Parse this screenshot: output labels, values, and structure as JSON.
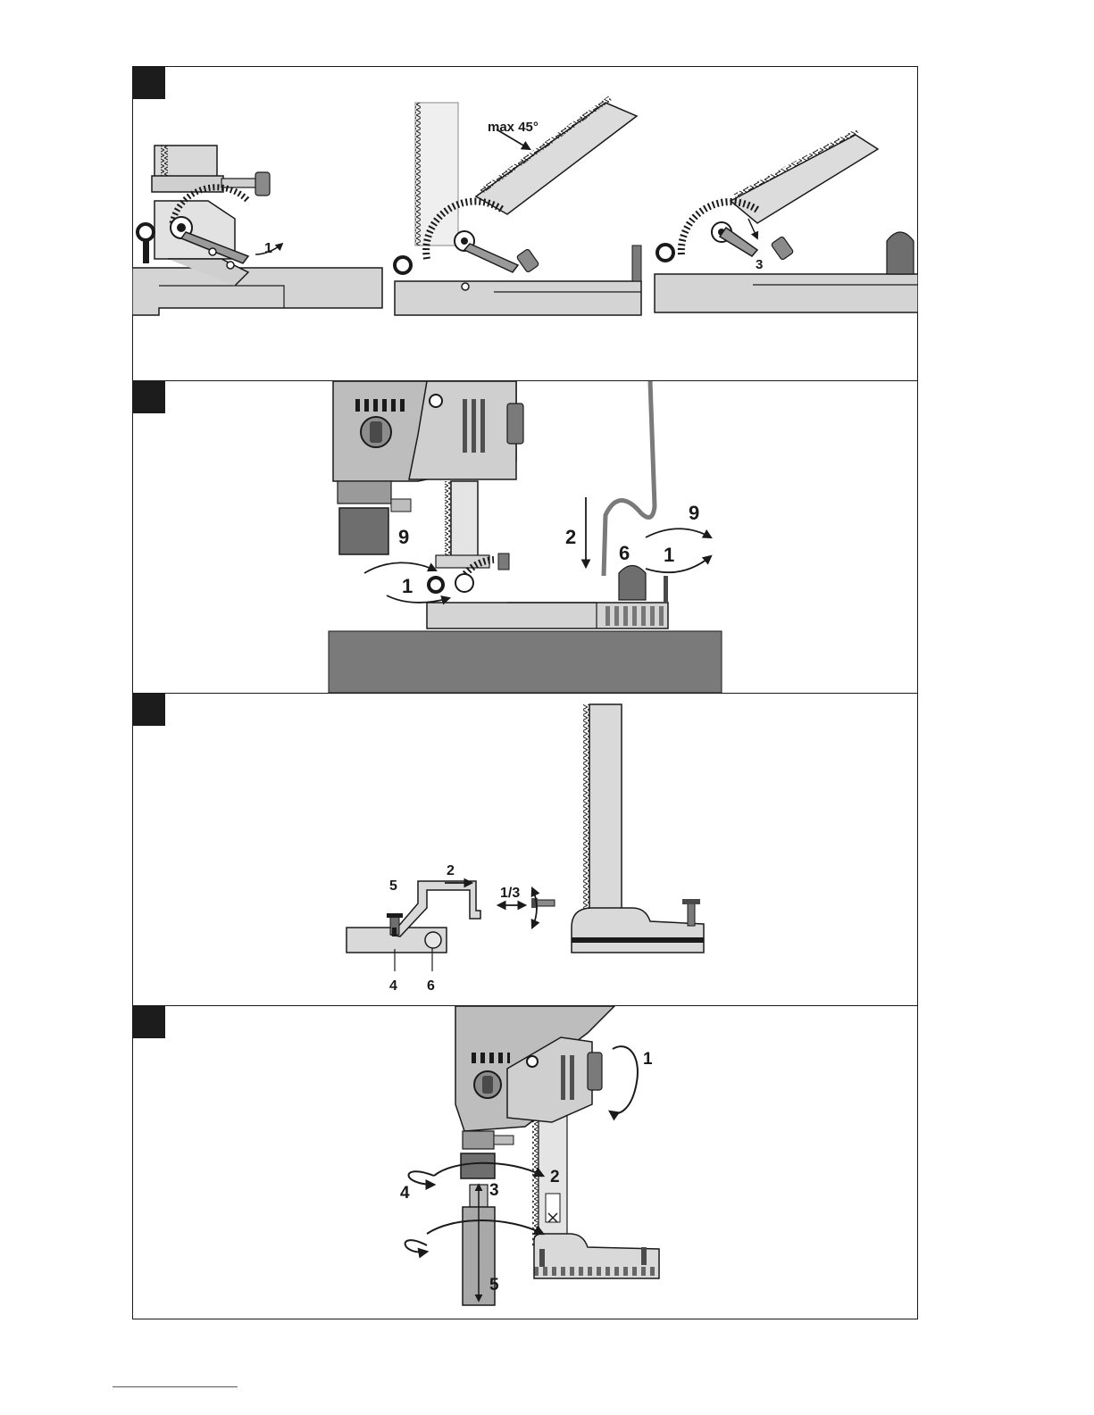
{
  "figures": [
    {
      "id": "fig1",
      "sub_labels": {
        "a_lever": "1",
        "b_angle": "max 45°",
        "c_lever": "3"
      }
    },
    {
      "id": "fig2",
      "labels": {
        "left_top": "9",
        "left_bottom": "1",
        "down_arrow": "2",
        "right_top": "9",
        "right_mid": "6",
        "right_bottom": "1"
      }
    },
    {
      "id": "fig3",
      "labels": {
        "screw": "5",
        "slide": "2",
        "move": "1/3",
        "pin": "4",
        "hole": "6"
      }
    },
    {
      "id": "fig4",
      "labels": {
        "knob_turn": "1",
        "right_turn": "2",
        "center": "3",
        "left_turn": "4",
        "insert": "5"
      }
    }
  ],
  "colors": {
    "line": "#1a1a1a",
    "light_fill": "#d9d9d9",
    "mid_fill": "#a8a8a8",
    "dark_fill": "#6e6e6e",
    "surface": "#7a7a7a"
  }
}
